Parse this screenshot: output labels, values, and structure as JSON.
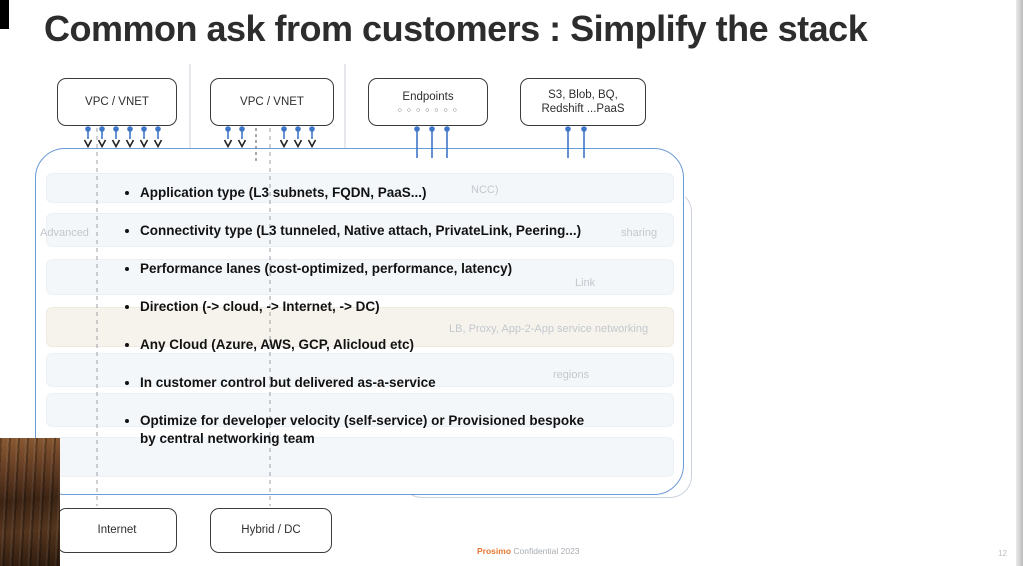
{
  "title": "Common ask from customers : Simplify the stack",
  "top_boxes": [
    {
      "label": "VPC / VNET"
    },
    {
      "label": "VPC / VNET"
    },
    {
      "label": "Endpoints",
      "dots": "○ ○ ○ ○ ○ ○ ○"
    },
    {
      "label": "S3, Blob, BQ,\nRedshift ...PaaS"
    }
  ],
  "bullets": [
    "Application type (L3 subnets, FQDN, PaaS...)",
    "Connectivity type (L3 tunneled, Native attach, PrivateLink, Peering...)",
    "Performance lanes (cost-optimized, performance, latency)",
    "Direction (-> cloud, -> Internet, -> DC)",
    "Any Cloud (Azure, AWS, GCP, Alicloud etc)",
    "In customer control but delivered as-a-service",
    "Optimize for developer velocity (self-service) or Provisioned bespoke by central networking team"
  ],
  "bottom_boxes": [
    {
      "label": "Internet"
    },
    {
      "label": "Hybrid / DC"
    }
  ],
  "ghost_fragments": [
    "NCC)",
    "Advanced",
    "sharing",
    "Link",
    "LB, Proxy, App-2-App service networking",
    "regions"
  ],
  "footer": {
    "brand": "Prosimo",
    "rest": " Confidential 2023"
  },
  "page_number": "12",
  "colors": {
    "connector_blue": "#3f77c9",
    "container_border": "#6b9bd6",
    "brand_orange": "#e8762e",
    "box_border": "#3c3c3c",
    "ghost_text": "#c3c8ce"
  }
}
